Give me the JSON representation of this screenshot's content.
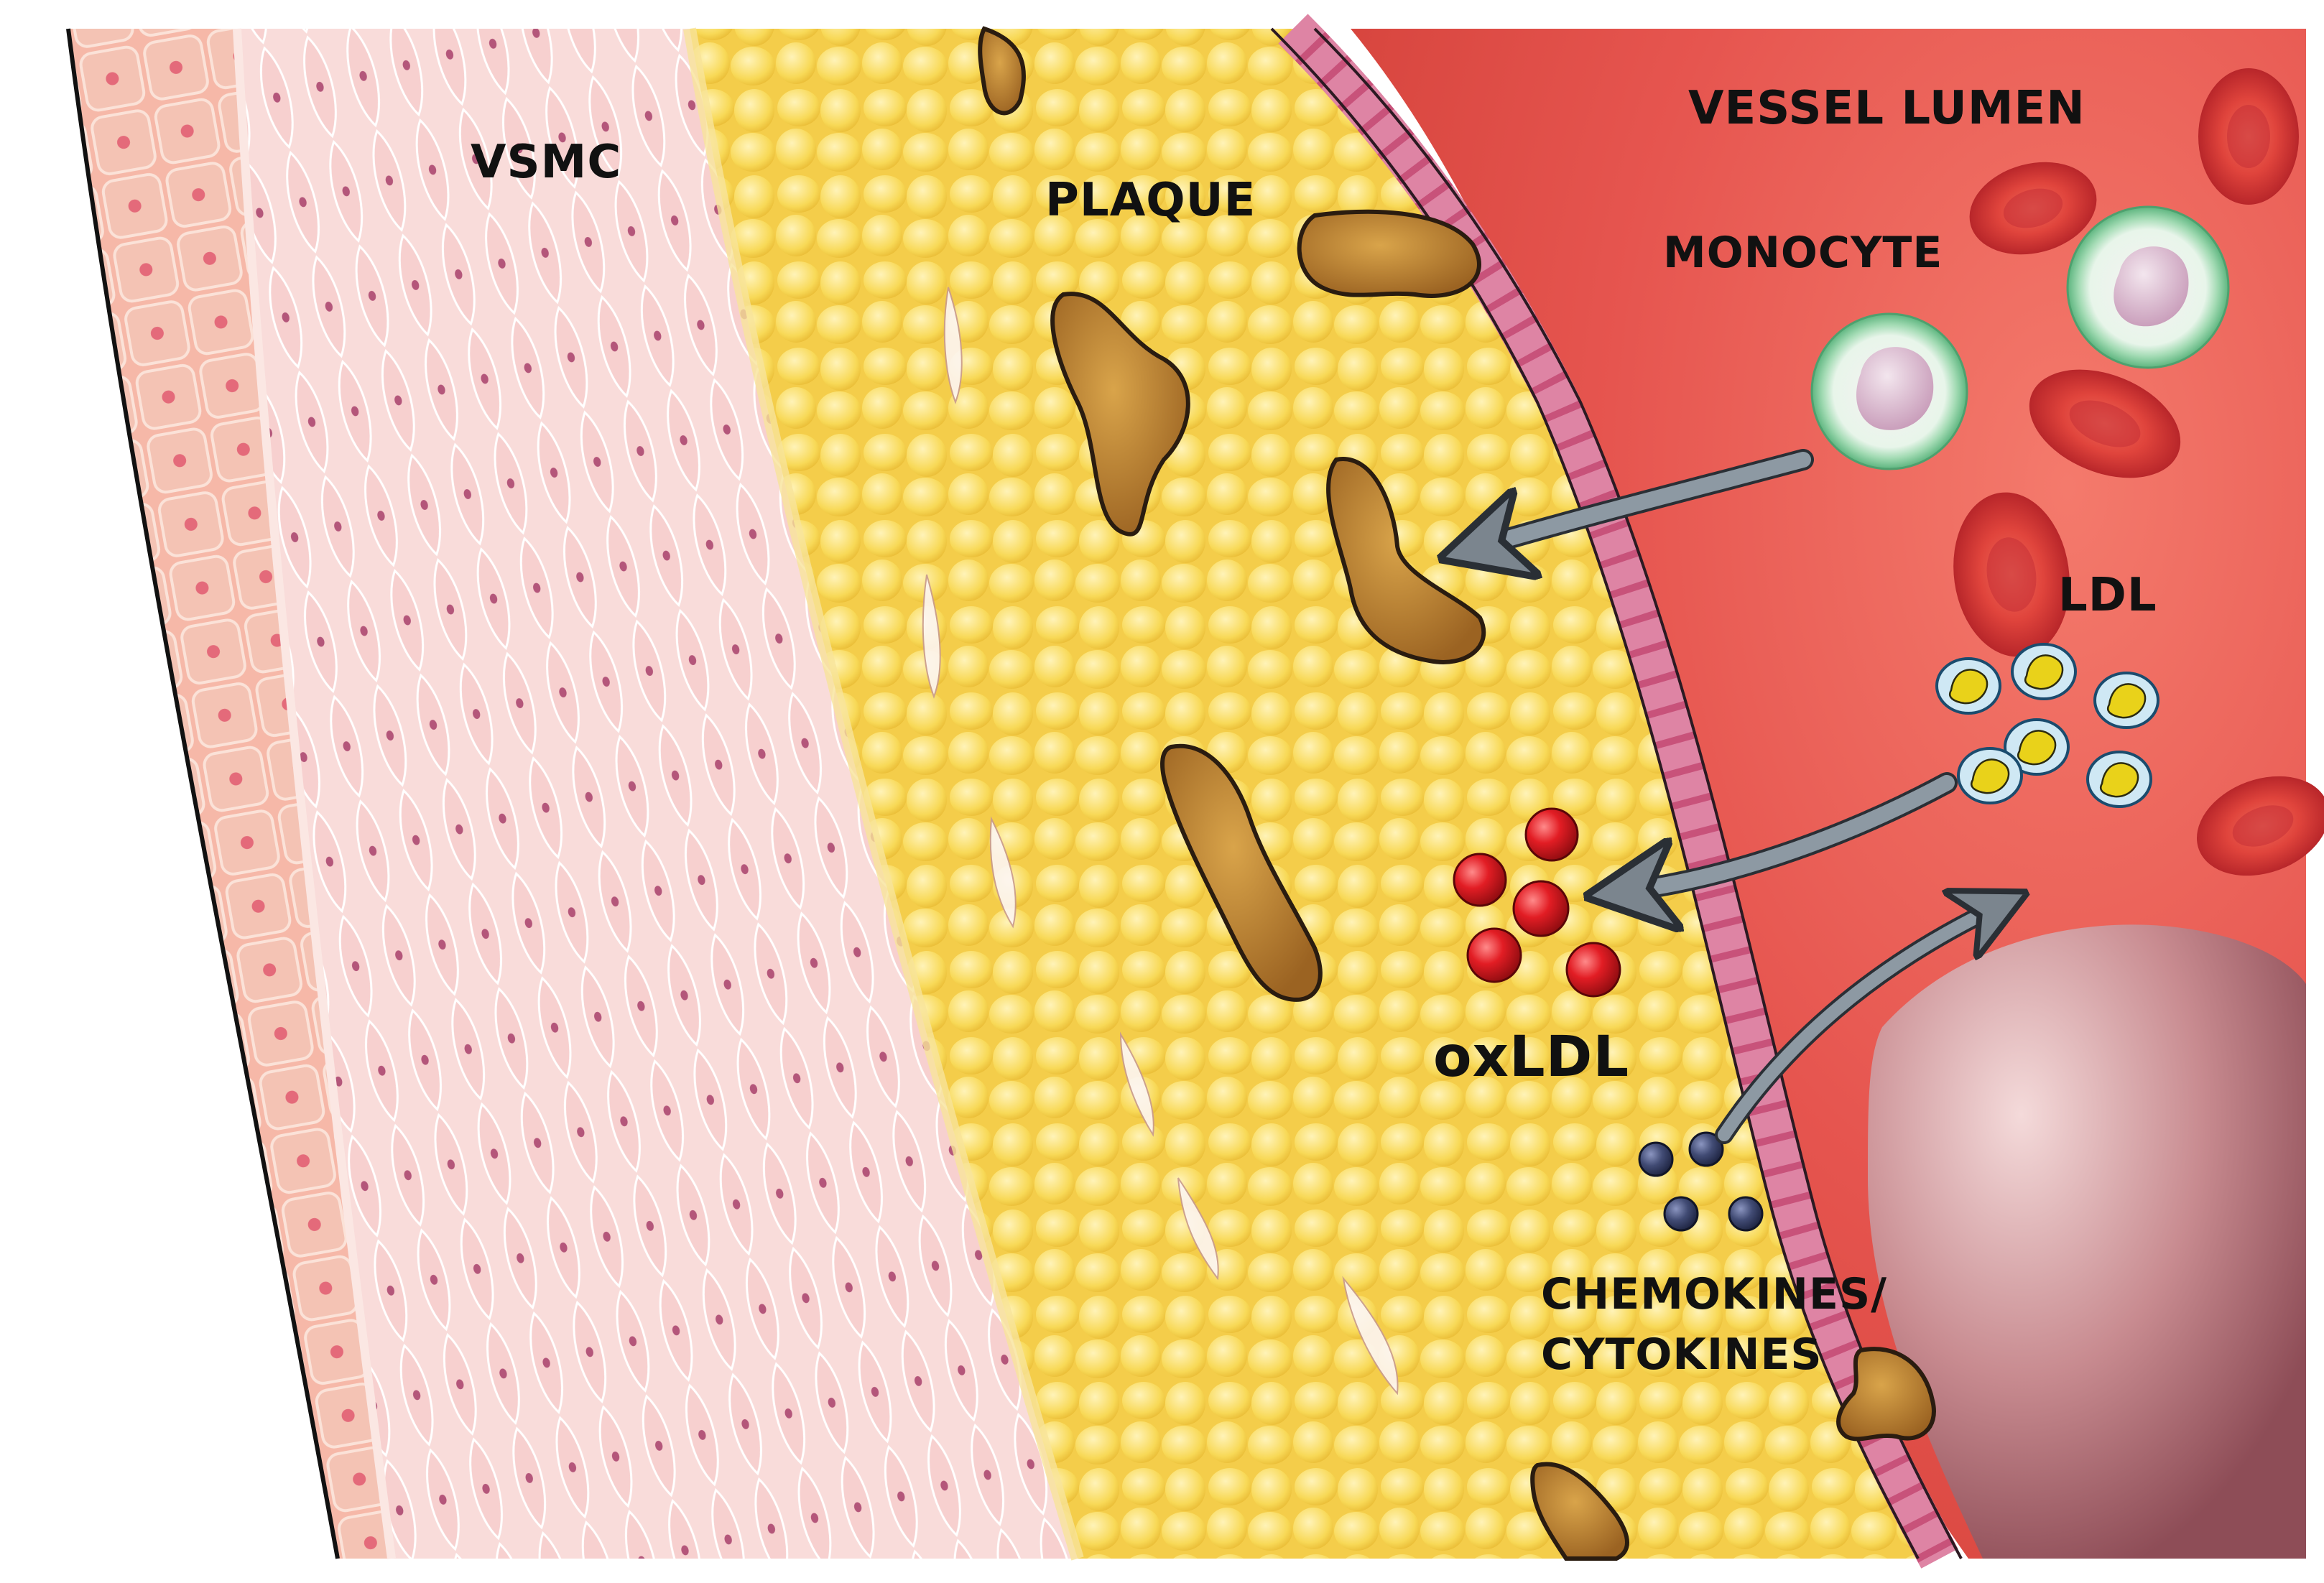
{
  "labels": {
    "vsmc": "VSMC",
    "plaque": "PLAQUE",
    "vessel_lumen": "VESSEL LUMEN",
    "monocyte": "MONOCYTE",
    "ldl": "LDL",
    "oxldl": "oxLDL",
    "chemokines_line1": "CHEMOKINES/",
    "chemokines_line2": "CYTOKINES"
  },
  "colors": {
    "adventitia": "#f2a28a",
    "vsmc_layer": "#f8d6d4",
    "plaque": "#f6d45a",
    "endothelium": "#c8527a",
    "lumen": "#e6554f",
    "red_blood_cell": "#d8393a",
    "monocyte_ring": "#9fd9b2",
    "ldl_particle": "#e9d21a",
    "oxldl_particle": "#d8141a",
    "chemokine": "#3b4466",
    "foam_cell": "#b57a2c",
    "arrow": "#8d99a3"
  },
  "icons": {
    "monocyte": "monocyte-icon",
    "ldl": "ldl-particle-icon",
    "oxldl": "oxldl-particle-icon",
    "chemokine": "chemokine-dot-icon",
    "arrow": "arrow-icon"
  }
}
